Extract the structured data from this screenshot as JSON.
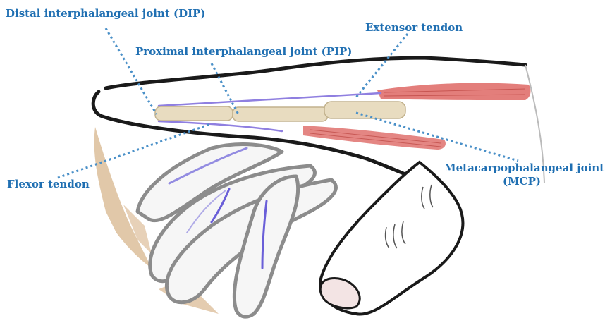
{
  "labels": {
    "dip": "Distal interphalangeal joint (DIP)",
    "pip": "Proximal interphalangeal joint (PIP)",
    "extensor": "Extensor tendon",
    "flexor": "Flexor tendon",
    "mcp_line1": "Metacarpophalangeal joint",
    "mcp_line2": "(MCP)"
  },
  "colors": {
    "label_text": "#1f6fb2",
    "leader_line": "#4a90c8",
    "outline": "#1a1a1a",
    "bone": "#e8dcc0",
    "tendon": "#8f7fe0",
    "muscle": "#d9534f",
    "skin_shadow": "#c99a62",
    "finger_outline": "#9a9a9a"
  }
}
